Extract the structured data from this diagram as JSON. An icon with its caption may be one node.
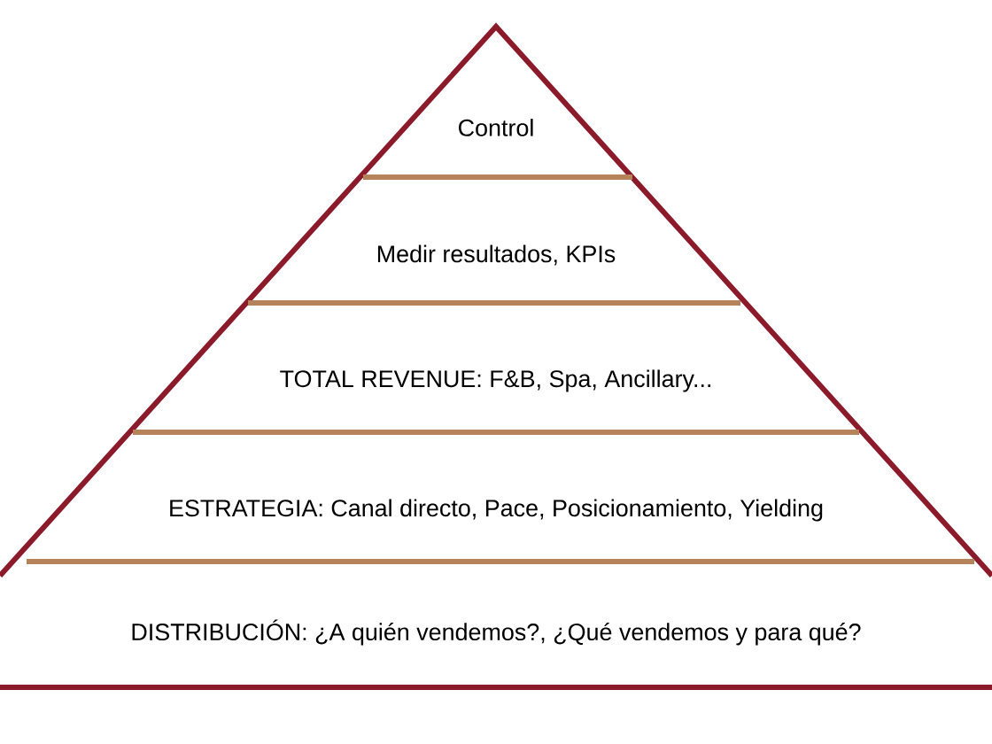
{
  "diagram": {
    "nodes": [
      {
        "text": [
          "Control"
        ]
      },
      {
        "text": [
          "Medir resultados, KPIs"
        ]
      },
      {
        "text": [
          "TOTAL REVENUE: F&B, Spa, Ancillary..."
        ]
      },
      {
        "text": [
          "ESTRATEGIA: Canal directo, Pace, Posicionamiento, Yielding"
        ]
      },
      {
        "text": [
          "DISTRIBUCIÓN: ¿A quién vendemos?, ¿Qué vendemos y para qué?"
        ]
      }
    ]
  }
}
